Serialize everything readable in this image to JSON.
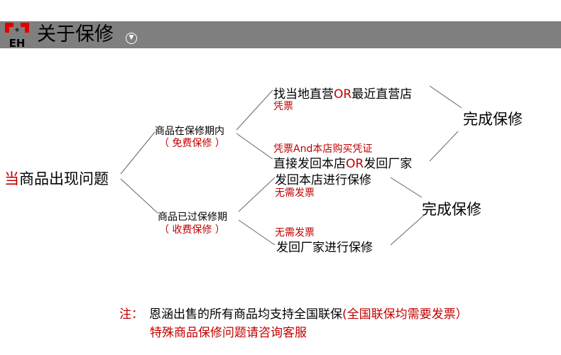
{
  "header": {
    "logo_text": "EH",
    "title": "关于保修",
    "dropdown_icon": "chevron-down-circle-icon"
  },
  "root": {
    "prefix": "当",
    "text": "商品出现问题"
  },
  "in_warranty": {
    "label": "商品在保修期内",
    "sub": "（ 免费保修 ）",
    "option1": {
      "text_a": "找当地直营",
      "or": "OR",
      "text_b": "最近直营店",
      "note": "凭票"
    },
    "option2": {
      "note": "凭票And本店购买凭证",
      "text_a": "直接发回本店",
      "or": "OR",
      "text_b": "发回厂家"
    },
    "result": "完成保修"
  },
  "out_warranty": {
    "label": "商品已过保修期",
    "sub": "（ 收费保修 ）",
    "option1": {
      "text": "发回本店进行保修",
      "note": "无需发票"
    },
    "option2": {
      "note": "无需发票",
      "text": "发回厂家进行保修"
    },
    "result": "完成保修"
  },
  "footer": {
    "label": "注：",
    "line1": "恩涵出售的所有商品均支持全国联保",
    "line1_note": "(全国联保均需要发票）",
    "line2": "特殊商品保修问题请咨询客服"
  },
  "colors": {
    "accent": "#c00000",
    "header_bg": "#7f7f7f"
  }
}
